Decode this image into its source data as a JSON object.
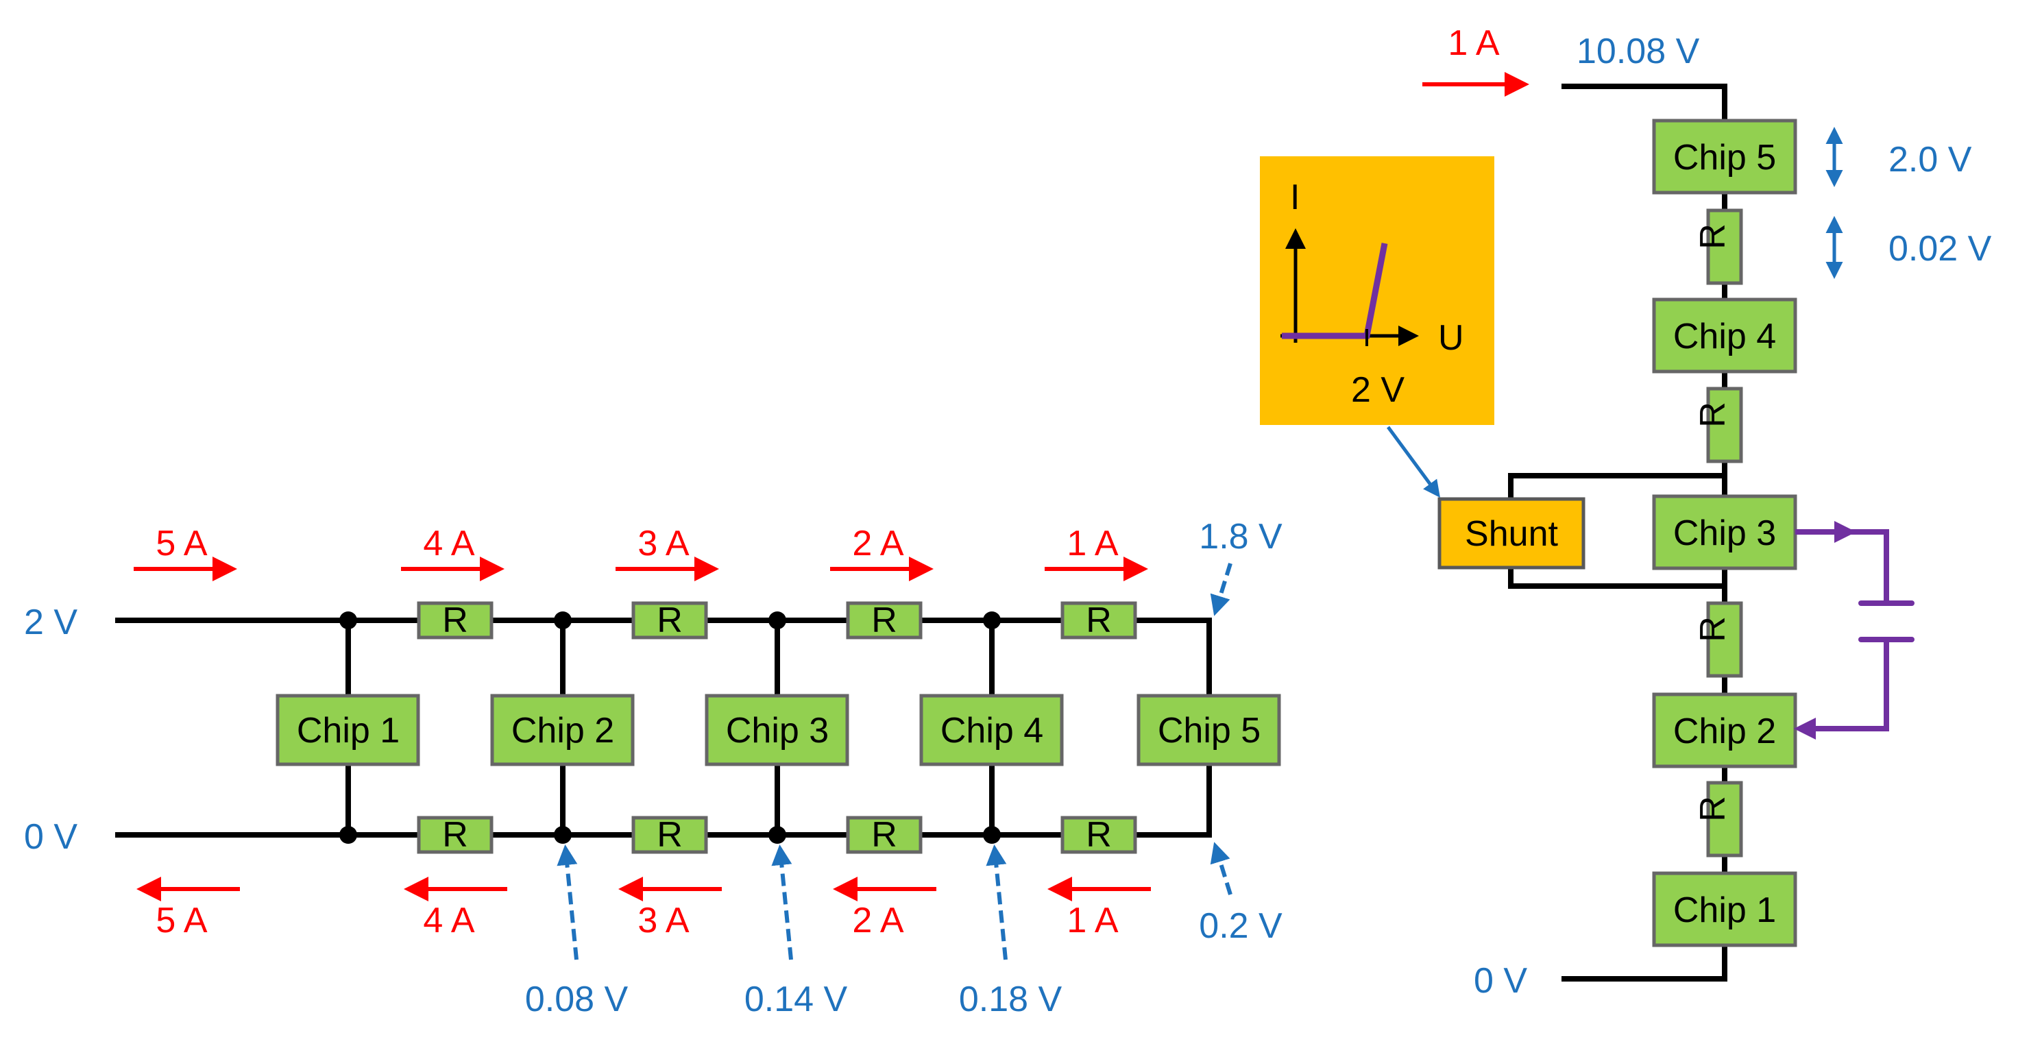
{
  "colors": {
    "chip_fill": "#92d050",
    "shunt_fill": "#ffc000",
    "current_arrow": "#ff0000",
    "voltage_label": "#1f72bd",
    "iv_curve": "#7030a0",
    "wire": "#000000"
  },
  "parallel": {
    "supply_label": "2 V",
    "ground_label": "0 V",
    "chips": [
      "Chip 1",
      "Chip 2",
      "Chip 3",
      "Chip 4",
      "Chip 5"
    ],
    "resistor_label": "R",
    "top_currents": [
      "5 A",
      "4 A",
      "3 A",
      "2 A",
      "1 A"
    ],
    "bottom_currents": [
      "5 A",
      "4 A",
      "3 A",
      "2 A",
      "1 A"
    ],
    "end_top_voltage": "1.8 V",
    "end_bottom_voltage": "0.2 V",
    "node_voltages": [
      "0.08 V",
      "0.14 V",
      "0.18 V"
    ]
  },
  "serial": {
    "input_current": "1 A",
    "top_voltage": "10.08 V",
    "bottom_voltage": "0 V",
    "chips": [
      "Chip 5",
      "Chip 4",
      "Chip 3",
      "Chip 2",
      "Chip 1"
    ],
    "resistor_label": "R",
    "chip_drop": "2.0 V",
    "resistor_drop": "0.02 V",
    "shunt_label": "Shunt"
  },
  "iv_inset": {
    "y_axis_label": "I",
    "x_axis_label": "U",
    "threshold_label": "2 V"
  }
}
